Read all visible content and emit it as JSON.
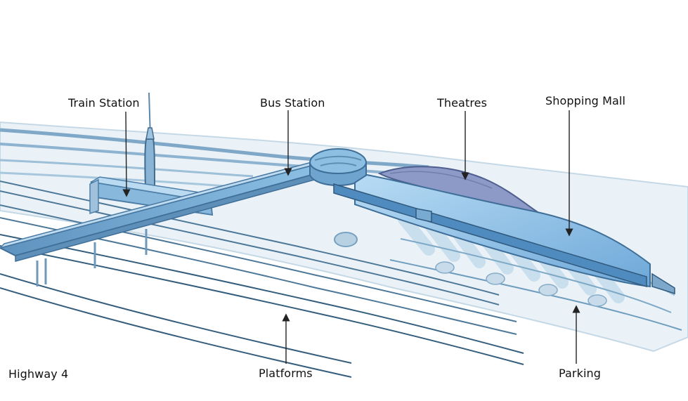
{
  "labels": {
    "train_station": "Train Station",
    "bus_station": "Bus Station",
    "theatres": "Theatres",
    "shopping_mall": "Shopping Mall",
    "highway": "Highway 4",
    "platforms": "Platforms",
    "parking": "Parking"
  },
  "colors": {
    "background": "#ffffff",
    "bridge": "#79b0d8",
    "bridge_dark": "#4d84ae",
    "mall": "#8fc2ea",
    "mall_edge": "#4f86b6",
    "theatre": "#8e9bc4",
    "ground": "#e9f1f7",
    "ground_dark": "#b8cddd",
    "lines": "#3d6f95",
    "label_text": "#111111"
  }
}
